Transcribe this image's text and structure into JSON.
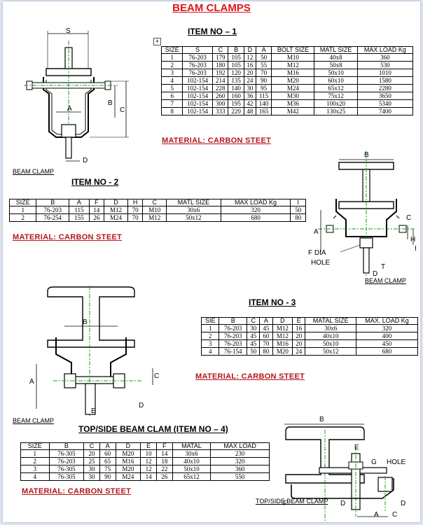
{
  "title": "BEAM CLAMPS",
  "item1": {
    "heading": "ITEM NO – 1",
    "columns": [
      "SIZE",
      "S",
      "C",
      "B",
      "D",
      "A",
      "BOLT SIZE",
      "MATL SIZE",
      "MAX LOAD Kg"
    ],
    "rows": [
      [
        "1",
        "76-203",
        "179",
        "105",
        "12",
        "50",
        "M10",
        "40x8",
        "360"
      ],
      [
        "2",
        "76-203",
        "180",
        "105",
        "16",
        "55",
        "M12",
        "50x8",
        "530"
      ],
      [
        "3",
        "76-203",
        "192",
        "120",
        "20",
        "70",
        "M16",
        "50x10",
        "1010"
      ],
      [
        "4",
        "102-154",
        "214",
        "135",
        "24",
        "90",
        "M20",
        "60x10",
        "1580"
      ],
      [
        "5",
        "102-154",
        "228",
        "140",
        "30",
        "95",
        "M24",
        "65x12",
        "2280"
      ],
      [
        "6",
        "102-154",
        "260",
        "160",
        "36",
        "115",
        "M30",
        "75x12",
        "3650"
      ],
      [
        "7",
        "102-154",
        "300",
        "195",
        "42",
        "140",
        "M36",
        "100x20",
        "5340"
      ],
      [
        "8",
        "102-154",
        "333",
        "220",
        "48",
        "165",
        "M42",
        "130x25",
        "7400"
      ]
    ],
    "material": "MATERIAL: CARBON STEET",
    "caption": "BEAM CLAMP",
    "labels": {
      "s": "S",
      "b": "B",
      "c": "C",
      "a": "A",
      "d": "D"
    }
  },
  "item2": {
    "heading": "ITEM NO - 2",
    "columns": [
      "SIZE",
      "B",
      "A",
      "F",
      "D",
      "H",
      "C",
      "MATL SIZE",
      "MAX LOAD Kg",
      "I"
    ],
    "rows": [
      [
        "1",
        "76-203",
        "115",
        "14",
        "M12",
        "70",
        "M10",
        "30x6",
        "320",
        "50"
      ],
      [
        "2",
        "76-254",
        "155",
        "26",
        "M24",
        "70",
        "M12",
        "50x12",
        "680",
        "80"
      ]
    ],
    "material": "MATERIAL: CARBON STEET",
    "caption": "BEAM CLAMP",
    "labels": {
      "b": "B",
      "a": "A",
      "c": "C",
      "h": "H",
      "i": "I",
      "t": "T",
      "d": "D",
      "fdia": "F DIA",
      "hole": "HOLE"
    }
  },
  "item3": {
    "heading": "ITEM NO - 3",
    "columns": [
      "SIE",
      "B",
      "C",
      "A",
      "D",
      "E",
      "MATAL SIZE",
      "MAX. LOAD Kg"
    ],
    "rows": [
      [
        "1",
        "76-203",
        "30",
        "45",
        "M12",
        "16",
        "30x6",
        "320"
      ],
      [
        "2",
        "76-203",
        "45",
        "60",
        "M12",
        "20",
        "40x10",
        "400"
      ],
      [
        "3",
        "76-203",
        "45",
        "70",
        "M16",
        "20",
        "50x10",
        "450"
      ],
      [
        "4",
        "76-154",
        "50",
        "80",
        "M20",
        "24",
        "50x12",
        "680"
      ]
    ],
    "material": "MATERIAL: CARBON STEET",
    "caption": "BEAM CLAMP",
    "labels": {
      "b": "B",
      "a": "A",
      "c": "C",
      "e": "E",
      "d": "D"
    }
  },
  "item4": {
    "heading": "TOP/SIDE BEAM CLAM  (ITEM NO – 4)",
    "columns": [
      "SIZE",
      "B",
      "C",
      "A",
      "D",
      "E",
      "F",
      "MATAL",
      "MAX LOAD"
    ],
    "rows": [
      [
        "1",
        "76-305",
        "20",
        "60",
        "M20",
        "10",
        "14",
        "30x6",
        "230"
      ],
      [
        "2",
        "76-203",
        "25",
        "65",
        "M16",
        "12",
        "18",
        "40x10",
        "320"
      ],
      [
        "3",
        "76-305",
        "30",
        "75",
        "M20",
        "12",
        "22",
        "50x10",
        "360"
      ],
      [
        "4",
        "76-305",
        "30",
        "90",
        "M24",
        "14",
        "26",
        "65x12",
        "550"
      ]
    ],
    "material": "MATERIAL: CARBON STEET",
    "caption": "TOP/SIDE BEAM CLAMP",
    "labels": {
      "b": "B",
      "e": "E",
      "g": "G",
      "hole": "HOLE",
      "f": "F",
      "d": "D",
      "a": "A",
      "c": "C"
    }
  },
  "expand_symbol": "+"
}
